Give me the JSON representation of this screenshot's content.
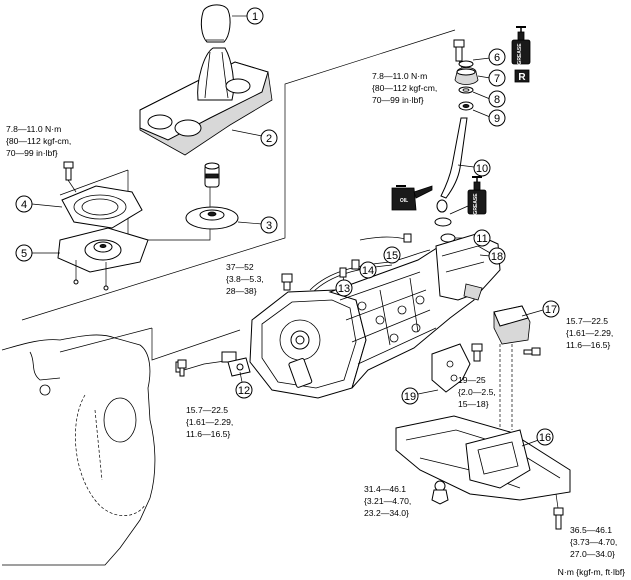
{
  "callouts": [
    "1",
    "2",
    "3",
    "4",
    "5",
    "6",
    "7",
    "8",
    "9",
    "10",
    "11",
    "12",
    "13",
    "14",
    "15",
    "16",
    "17",
    "18",
    "19"
  ],
  "torque_specs": {
    "shift_lever_bolt": [
      "7.8—11.0 N·m",
      "{80—112 kgf-cm,",
      "70—99 in·lbf}"
    ],
    "boot_plate_bolt": [
      "7.8—11.0 N·m",
      "{80—112 kgf-cm,",
      "70—99 in·lbf}"
    ],
    "switch_bolt": [
      "37—52",
      "{3.8—5.3,",
      "28—38}"
    ],
    "left_bolt": [
      "15.7—22.5",
      "{1.61—2.29,",
      "11.6—16.5}"
    ],
    "right_bolt": [
      "15.7—22.5",
      "{1.61—2.29,",
      "11.6—16.5}"
    ],
    "bracket_bolt": [
      "19—25",
      "{2.0—2.5,",
      "15—18}"
    ],
    "member_nut": [
      "31.4—46.1",
      "{3.21—4.70,",
      "23.2—34.0}"
    ],
    "member_bolt": [
      "36.5—46.1",
      "{3.73—4.70,",
      "27.0—34.0}"
    ]
  },
  "symbols": {
    "replace": "R",
    "grease": "GREASE",
    "oil": "OIL"
  },
  "unit_note": "N·m {kgf-m, ft·lbf}"
}
